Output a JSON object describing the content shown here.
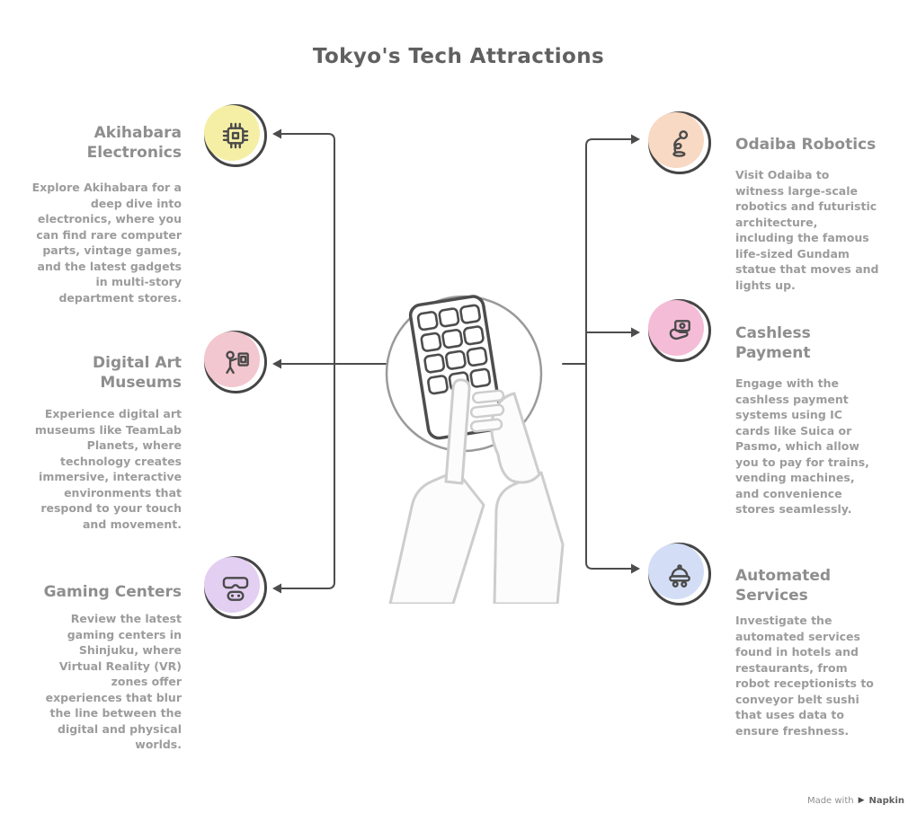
{
  "title": "Tokyo's Tech Attractions",
  "left_items": [
    {
      "heading": "Akihabara Electronics",
      "body": "Explore Akihabara for a deep dive into electronics, where you can find rare computer parts, vintage games, and the latest gadgets in multi-story department stores.",
      "icon": "chip-icon",
      "circle_color": "#f5efa6"
    },
    {
      "heading": "Digital Art Museums",
      "body": "Experience digital art museums like TeamLab Planets, where technology creates immersive, interactive environments that respond to your touch and movement.",
      "icon": "art-museum-icon",
      "circle_color": "#f3c7cf"
    },
    {
      "heading": "Gaming Centers",
      "body": "Review the latest gaming centers in Shinjuku, where Virtual Reality (VR) zones offer experiences that blur the line between the digital and physical worlds.",
      "icon": "vr-gaming-icon",
      "circle_color": "#e3cff2"
    }
  ],
  "right_items": [
    {
      "heading": "Odaiba Robotics",
      "body": "Visit Odaiba to witness large-scale robotics and futuristic architecture, including the famous life-sized Gundam statue that moves and lights up.",
      "icon": "robot-icon",
      "circle_color": "#f8d9c4"
    },
    {
      "heading": "Cashless Payment",
      "body": "Engage with the cashless payment systems using IC cards like Suica or Pasmo, which allow you to pay for trains, vending machines, and convenience stores seamlessly.",
      "icon": "card-payment-icon",
      "circle_color": "#f5bcd7"
    },
    {
      "heading": "Automated Services",
      "body": "Investigate the automated services found in hotels and restaurants, from robot receptionists to conveyor belt sushi that uses data to ensure freshness.",
      "icon": "sushi-icon",
      "circle_color": "#d3def6"
    }
  ],
  "footer": {
    "made_with": "Made with",
    "brand": "Napkin"
  },
  "colors": {
    "line": "#4c4c4c",
    "title": "#606060",
    "heading": "#8e8e8e",
    "body": "#9c9c9c"
  }
}
